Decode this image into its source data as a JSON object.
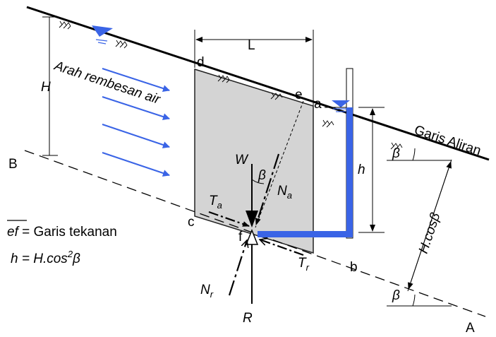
{
  "colors": {
    "line": "#000000",
    "water": "#3a64e6",
    "block": "#d4d4d4",
    "block_edge": "#222222"
  },
  "icons": {
    "water_level": "inverted-triangle-icon",
    "hatching": "ground-hatch-icon"
  },
  "labels": {
    "B": "B",
    "A": "A",
    "H": "H",
    "L": "L",
    "d": "d",
    "e": "e",
    "a": "a",
    "c": "c",
    "f": "f",
    "b": "b",
    "h": "h",
    "W": "W",
    "R": "R",
    "beta": "β",
    "Na_main": "N",
    "Na_sub": "a",
    "Nr_main": "N",
    "Nr_sub": "r",
    "Ta_main": "T",
    "Ta_sub": "a",
    "Tr_main": "T",
    "Tr_sub": "r",
    "seepage": "Arah rembesan air",
    "flow_line": "Garis Aliran",
    "hcos": "H.cosβ"
  },
  "legend": {
    "ef_symbol": "ef",
    "ef_text": " = Garis tekanan",
    "h_symbol": "h",
    "h_eq": "  = H.cos",
    "h_exp": "2",
    "h_beta": "β"
  }
}
